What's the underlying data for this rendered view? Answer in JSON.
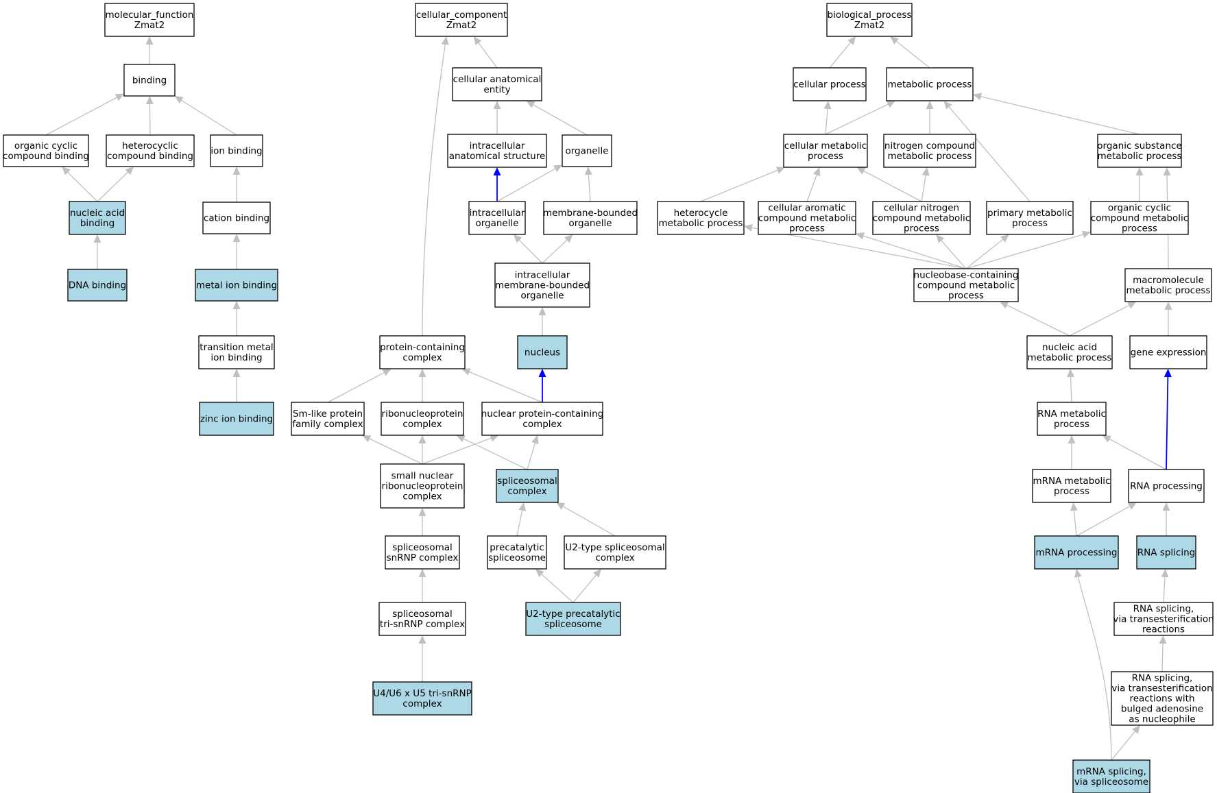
{
  "graph_title": "",
  "colors": {
    "highlight_fill": "#add8e6",
    "node_fill": "#ffffff",
    "edge_gray": "#c0c0c0",
    "edge_blue": "#0000ff"
  },
  "nodes": {
    "mf_root": {
      "lines": [
        "molecular_function",
        "Zmat2"
      ],
      "highlight": false
    },
    "binding": {
      "lines": [
        "binding"
      ],
      "highlight": false
    },
    "org_cyc_bind": {
      "lines": [
        "organic cyclic",
        "compound binding"
      ],
      "highlight": false
    },
    "hetero_bind": {
      "lines": [
        "heterocyclic",
        "compound binding"
      ],
      "highlight": false
    },
    "ion_bind": {
      "lines": [
        "ion binding"
      ],
      "highlight": false
    },
    "nuc_acid_bind": {
      "lines": [
        "nucleic acid",
        "binding"
      ],
      "highlight": true
    },
    "cation_bind": {
      "lines": [
        "cation binding"
      ],
      "highlight": false
    },
    "dna_bind": {
      "lines": [
        "DNA binding"
      ],
      "highlight": true
    },
    "metal_ion_bind": {
      "lines": [
        "metal ion binding"
      ],
      "highlight": true
    },
    "trans_metal": {
      "lines": [
        "transition metal",
        "ion binding"
      ],
      "highlight": false
    },
    "zinc": {
      "lines": [
        "zinc ion binding"
      ],
      "highlight": true
    },
    "cc_root": {
      "lines": [
        "cellular_component",
        "Zmat2"
      ],
      "highlight": false
    },
    "cae": {
      "lines": [
        "cellular anatomical",
        "entity"
      ],
      "highlight": false
    },
    "ias": {
      "lines": [
        "intracellular",
        "anatomical structure"
      ],
      "highlight": false
    },
    "organelle": {
      "lines": [
        "organelle"
      ],
      "highlight": false
    },
    "ic_org": {
      "lines": [
        "intracellular",
        "organelle"
      ],
      "highlight": false
    },
    "mb_org": {
      "lines": [
        "membrane-bounded",
        "organelle"
      ],
      "highlight": false
    },
    "icmb_org": {
      "lines": [
        "intracellular",
        "membrane-bounded",
        "organelle"
      ],
      "highlight": false
    },
    "nucleus": {
      "lines": [
        "nucleus"
      ],
      "highlight": true
    },
    "pcc": {
      "lines": [
        "protein-containing",
        "complex"
      ],
      "highlight": false
    },
    "smlike": {
      "lines": [
        "Sm-like protein",
        "family complex"
      ],
      "highlight": false
    },
    "rnp": {
      "lines": [
        "ribonucleoprotein",
        "complex"
      ],
      "highlight": false
    },
    "npcc": {
      "lines": [
        "nuclear protein-containing",
        "complex"
      ],
      "highlight": false
    },
    "snrnp": {
      "lines": [
        "small nuclear",
        "ribonucleoprotein",
        "complex"
      ],
      "highlight": false
    },
    "spl_cx": {
      "lines": [
        "spliceosomal",
        "complex"
      ],
      "highlight": true
    },
    "spl_snrnp": {
      "lines": [
        "spliceosomal",
        "snRNP complex"
      ],
      "highlight": false
    },
    "precat": {
      "lines": [
        "precatalytic",
        "spliceosome"
      ],
      "highlight": false
    },
    "u2_spl": {
      "lines": [
        "U2-type spliceosomal",
        "complex"
      ],
      "highlight": false
    },
    "spl_tri": {
      "lines": [
        "spliceosomal",
        "tri-snRNP complex"
      ],
      "highlight": false
    },
    "u2_precat": {
      "lines": [
        "U2-type precatalytic",
        "spliceosome"
      ],
      "highlight": true
    },
    "u4u6": {
      "lines": [
        "U4/U6 x U5 tri-snRNP",
        "complex"
      ],
      "highlight": true
    },
    "bp_root": {
      "lines": [
        "biological_process",
        "Zmat2"
      ],
      "highlight": false
    },
    "cell_proc": {
      "lines": [
        "cellular process"
      ],
      "highlight": false
    },
    "met_proc": {
      "lines": [
        "metabolic process"
      ],
      "highlight": false
    },
    "cell_met": {
      "lines": [
        "cellular metabolic",
        "process"
      ],
      "highlight": false
    },
    "n_comp_met": {
      "lines": [
        "nitrogen compound",
        "metabolic process"
      ],
      "highlight": false
    },
    "org_sub_met": {
      "lines": [
        "organic substance",
        "metabolic process"
      ],
      "highlight": false
    },
    "hetero_met": {
      "lines": [
        "heterocycle",
        "metabolic process"
      ],
      "highlight": false
    },
    "cell_arom": {
      "lines": [
        "cellular aromatic",
        "compound metabolic",
        "process"
      ],
      "highlight": false
    },
    "cell_nitro": {
      "lines": [
        "cellular nitrogen",
        "compound metabolic",
        "process"
      ],
      "highlight": false
    },
    "prim_met": {
      "lines": [
        "primary metabolic",
        "process"
      ],
      "highlight": false
    },
    "org_cyc_met": {
      "lines": [
        "organic cyclic",
        "compound metabolic",
        "process"
      ],
      "highlight": false
    },
    "nucbase": {
      "lines": [
        "nucleobase-containing",
        "compound metabolic",
        "process"
      ],
      "highlight": false
    },
    "macro_met": {
      "lines": [
        "macromolecule",
        "metabolic process"
      ],
      "highlight": false
    },
    "na_met": {
      "lines": [
        "nucleic acid",
        "metabolic process"
      ],
      "highlight": false
    },
    "gene_exp": {
      "lines": [
        "gene expression"
      ],
      "highlight": false
    },
    "rna_met": {
      "lines": [
        "RNA metabolic",
        "process"
      ],
      "highlight": false
    },
    "mrna_met": {
      "lines": [
        "mRNA metabolic",
        "process"
      ],
      "highlight": false
    },
    "rna_proc": {
      "lines": [
        "RNA processing"
      ],
      "highlight": false
    },
    "mrna_proc": {
      "lines": [
        "mRNA processing"
      ],
      "highlight": true
    },
    "rna_splice": {
      "lines": [
        "RNA splicing"
      ],
      "highlight": true
    },
    "rna_spl_trans": {
      "lines": [
        "RNA splicing,",
        "via transesterification",
        "reactions"
      ],
      "highlight": false
    },
    "rna_spl_bulged": {
      "lines": [
        "RNA splicing,",
        "via transesterification",
        "reactions with",
        "bulged adenosine",
        "as nucleophile"
      ],
      "highlight": false
    },
    "mrna_spl": {
      "lines": [
        "mRNA splicing,",
        "via spliceosome"
      ],
      "highlight": true
    }
  },
  "edges": [
    {
      "from": "binding",
      "to": "mf_root",
      "blue": false
    },
    {
      "from": "org_cyc_bind",
      "to": "binding",
      "blue": false
    },
    {
      "from": "hetero_bind",
      "to": "binding",
      "blue": false
    },
    {
      "from": "ion_bind",
      "to": "binding",
      "blue": false
    },
    {
      "from": "nuc_acid_bind",
      "to": "org_cyc_bind",
      "blue": false
    },
    {
      "from": "nuc_acid_bind",
      "to": "hetero_bind",
      "blue": false
    },
    {
      "from": "cation_bind",
      "to": "ion_bind",
      "blue": false
    },
    {
      "from": "dna_bind",
      "to": "nuc_acid_bind",
      "blue": false
    },
    {
      "from": "metal_ion_bind",
      "to": "cation_bind",
      "blue": false
    },
    {
      "from": "trans_metal",
      "to": "metal_ion_bind",
      "blue": false
    },
    {
      "from": "zinc",
      "to": "trans_metal",
      "blue": false
    },
    {
      "from": "cae",
      "to": "cc_root",
      "blue": false
    },
    {
      "from": "pcc",
      "to": "cc_root",
      "blue": false,
      "curve": true
    },
    {
      "from": "ias",
      "to": "cae",
      "blue": false
    },
    {
      "from": "organelle",
      "to": "cae",
      "blue": false
    },
    {
      "from": "ic_org",
      "to": "ias",
      "blue": true
    },
    {
      "from": "ic_org",
      "to": "organelle",
      "blue": false
    },
    {
      "from": "mb_org",
      "to": "organelle",
      "blue": false
    },
    {
      "from": "icmb_org",
      "to": "ic_org",
      "blue": false
    },
    {
      "from": "icmb_org",
      "to": "mb_org",
      "blue": false
    },
    {
      "from": "nucleus",
      "to": "icmb_org",
      "blue": false
    },
    {
      "from": "smlike",
      "to": "pcc",
      "blue": false
    },
    {
      "from": "rnp",
      "to": "pcc",
      "blue": false
    },
    {
      "from": "npcc",
      "to": "pcc",
      "blue": false
    },
    {
      "from": "npcc",
      "to": "nucleus",
      "blue": true
    },
    {
      "from": "snrnp",
      "to": "smlike",
      "blue": false
    },
    {
      "from": "snrnp",
      "to": "rnp",
      "blue": false
    },
    {
      "from": "snrnp",
      "to": "npcc",
      "blue": false
    },
    {
      "from": "spl_cx",
      "to": "rnp",
      "blue": false
    },
    {
      "from": "spl_cx",
      "to": "npcc",
      "blue": false
    },
    {
      "from": "spl_snrnp",
      "to": "snrnp",
      "blue": false
    },
    {
      "from": "precat",
      "to": "spl_cx",
      "blue": false
    },
    {
      "from": "u2_spl",
      "to": "spl_cx",
      "blue": false
    },
    {
      "from": "spl_tri",
      "to": "spl_snrnp",
      "blue": false
    },
    {
      "from": "u2_precat",
      "to": "precat",
      "blue": false
    },
    {
      "from": "u2_precat",
      "to": "u2_spl",
      "blue": false
    },
    {
      "from": "u4u6",
      "to": "spl_tri",
      "blue": false
    },
    {
      "from": "cell_proc",
      "to": "bp_root",
      "blue": false
    },
    {
      "from": "met_proc",
      "to": "bp_root",
      "blue": false
    },
    {
      "from": "cell_met",
      "to": "cell_proc",
      "blue": false
    },
    {
      "from": "cell_met",
      "to": "met_proc",
      "blue": false
    },
    {
      "from": "n_comp_met",
      "to": "met_proc",
      "blue": false
    },
    {
      "from": "org_sub_met",
      "to": "met_proc",
      "blue": false
    },
    {
      "from": "prim_met",
      "to": "met_proc",
      "blue": false
    },
    {
      "from": "hetero_met",
      "to": "cell_met",
      "blue": false
    },
    {
      "from": "cell_arom",
      "to": "cell_met",
      "blue": false
    },
    {
      "from": "cell_nitro",
      "to": "cell_met",
      "blue": false
    },
    {
      "from": "cell_nitro",
      "to": "n_comp_met",
      "blue": false
    },
    {
      "from": "org_cyc_met",
      "to": "org_sub_met",
      "blue": false
    },
    {
      "from": "macro_met",
      "to": "org_sub_met",
      "blue": false,
      "curve": true
    },
    {
      "from": "nucbase",
      "to": "hetero_met",
      "blue": false
    },
    {
      "from": "nucbase",
      "to": "cell_arom",
      "blue": false
    },
    {
      "from": "nucbase",
      "to": "cell_nitro",
      "blue": false
    },
    {
      "from": "nucbase",
      "to": "prim_met",
      "blue": false
    },
    {
      "from": "nucbase",
      "to": "org_cyc_met",
      "blue": false
    },
    {
      "from": "na_met",
      "to": "nucbase",
      "blue": false
    },
    {
      "from": "na_met",
      "to": "macro_met",
      "blue": false
    },
    {
      "from": "gene_exp",
      "to": "macro_met",
      "blue": false
    },
    {
      "from": "rna_met",
      "to": "na_met",
      "blue": false
    },
    {
      "from": "mrna_met",
      "to": "rna_met",
      "blue": false
    },
    {
      "from": "rna_proc",
      "to": "rna_met",
      "blue": false
    },
    {
      "from": "rna_proc",
      "to": "gene_exp",
      "blue": true
    },
    {
      "from": "mrna_proc",
      "to": "mrna_met",
      "blue": false
    },
    {
      "from": "mrna_proc",
      "to": "rna_proc",
      "blue": false
    },
    {
      "from": "rna_splice",
      "to": "rna_proc",
      "blue": false
    },
    {
      "from": "rna_spl_trans",
      "to": "rna_splice",
      "blue": false
    },
    {
      "from": "rna_spl_bulged",
      "to": "rna_spl_trans",
      "blue": false
    },
    {
      "from": "mrna_spl",
      "to": "rna_spl_bulged",
      "blue": false
    },
    {
      "from": "mrna_spl",
      "to": "mrna_proc",
      "blue": false,
      "curve": true
    }
  ]
}
